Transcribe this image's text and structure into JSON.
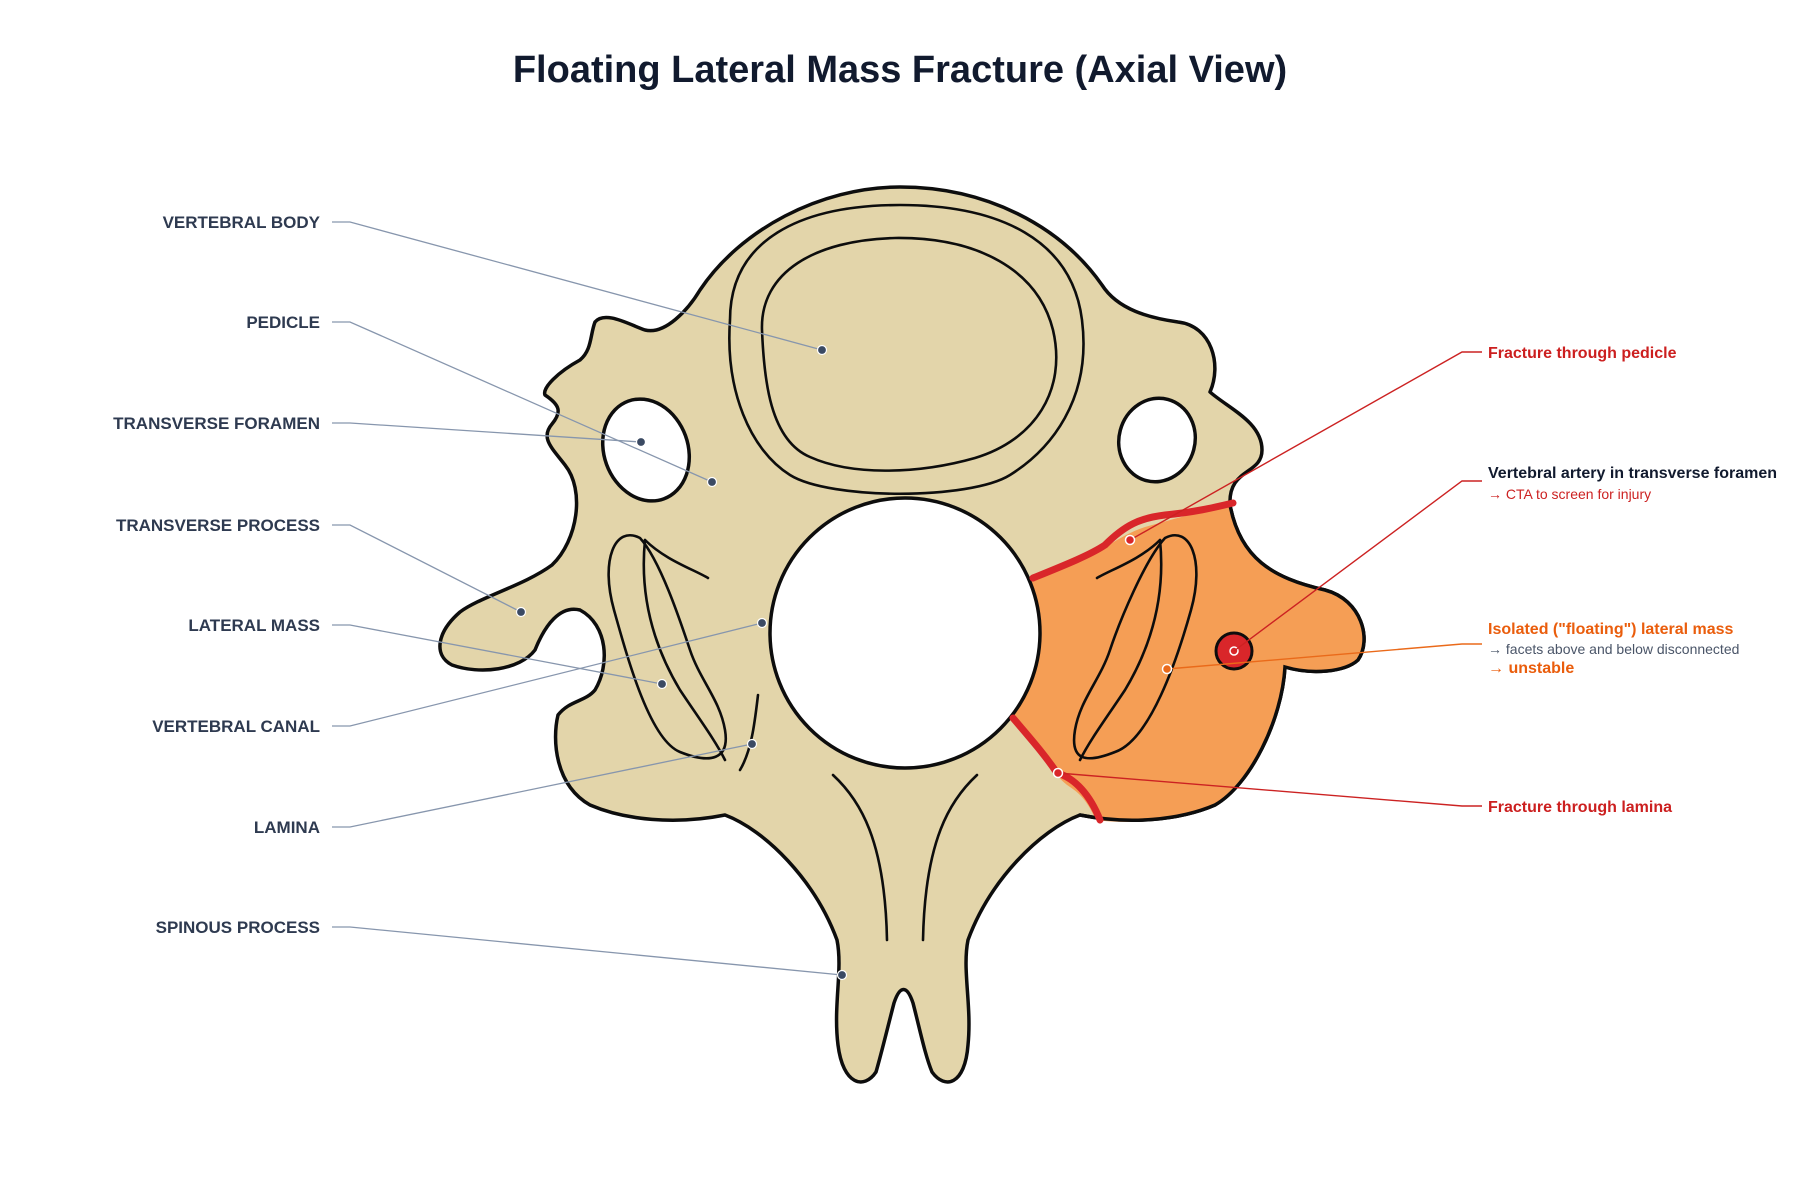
{
  "title": "Floating Lateral Mass Fracture (Axial View)",
  "anatomy_labels": [
    "VERTEBRAL BODY",
    "PEDICLE",
    "TRANSVERSE FORAMEN",
    "TRANSVERSE PROCESS",
    "LATERAL MASS",
    "VERTEBRAL CANAL",
    "LAMINA",
    "SPINOUS PROCESS"
  ],
  "annotations": {
    "pedicle_fracture": "Fracture through pedicle",
    "vertebral_artery": {
      "title": "Vertebral artery in transverse foramen",
      "note": "→ CTA to screen for injury"
    },
    "floating_mass": {
      "title": "Isolated (\"floating\") lateral mass",
      "note": "→ facets above and below disconnected",
      "emphasis": "→ unstable"
    },
    "lamina_fracture": "Fracture through lamina"
  },
  "colors": {
    "bone": "#e3d5aa",
    "fragment": "#f59e55",
    "fracture": "#d9262a",
    "leader": "#8796ad"
  }
}
